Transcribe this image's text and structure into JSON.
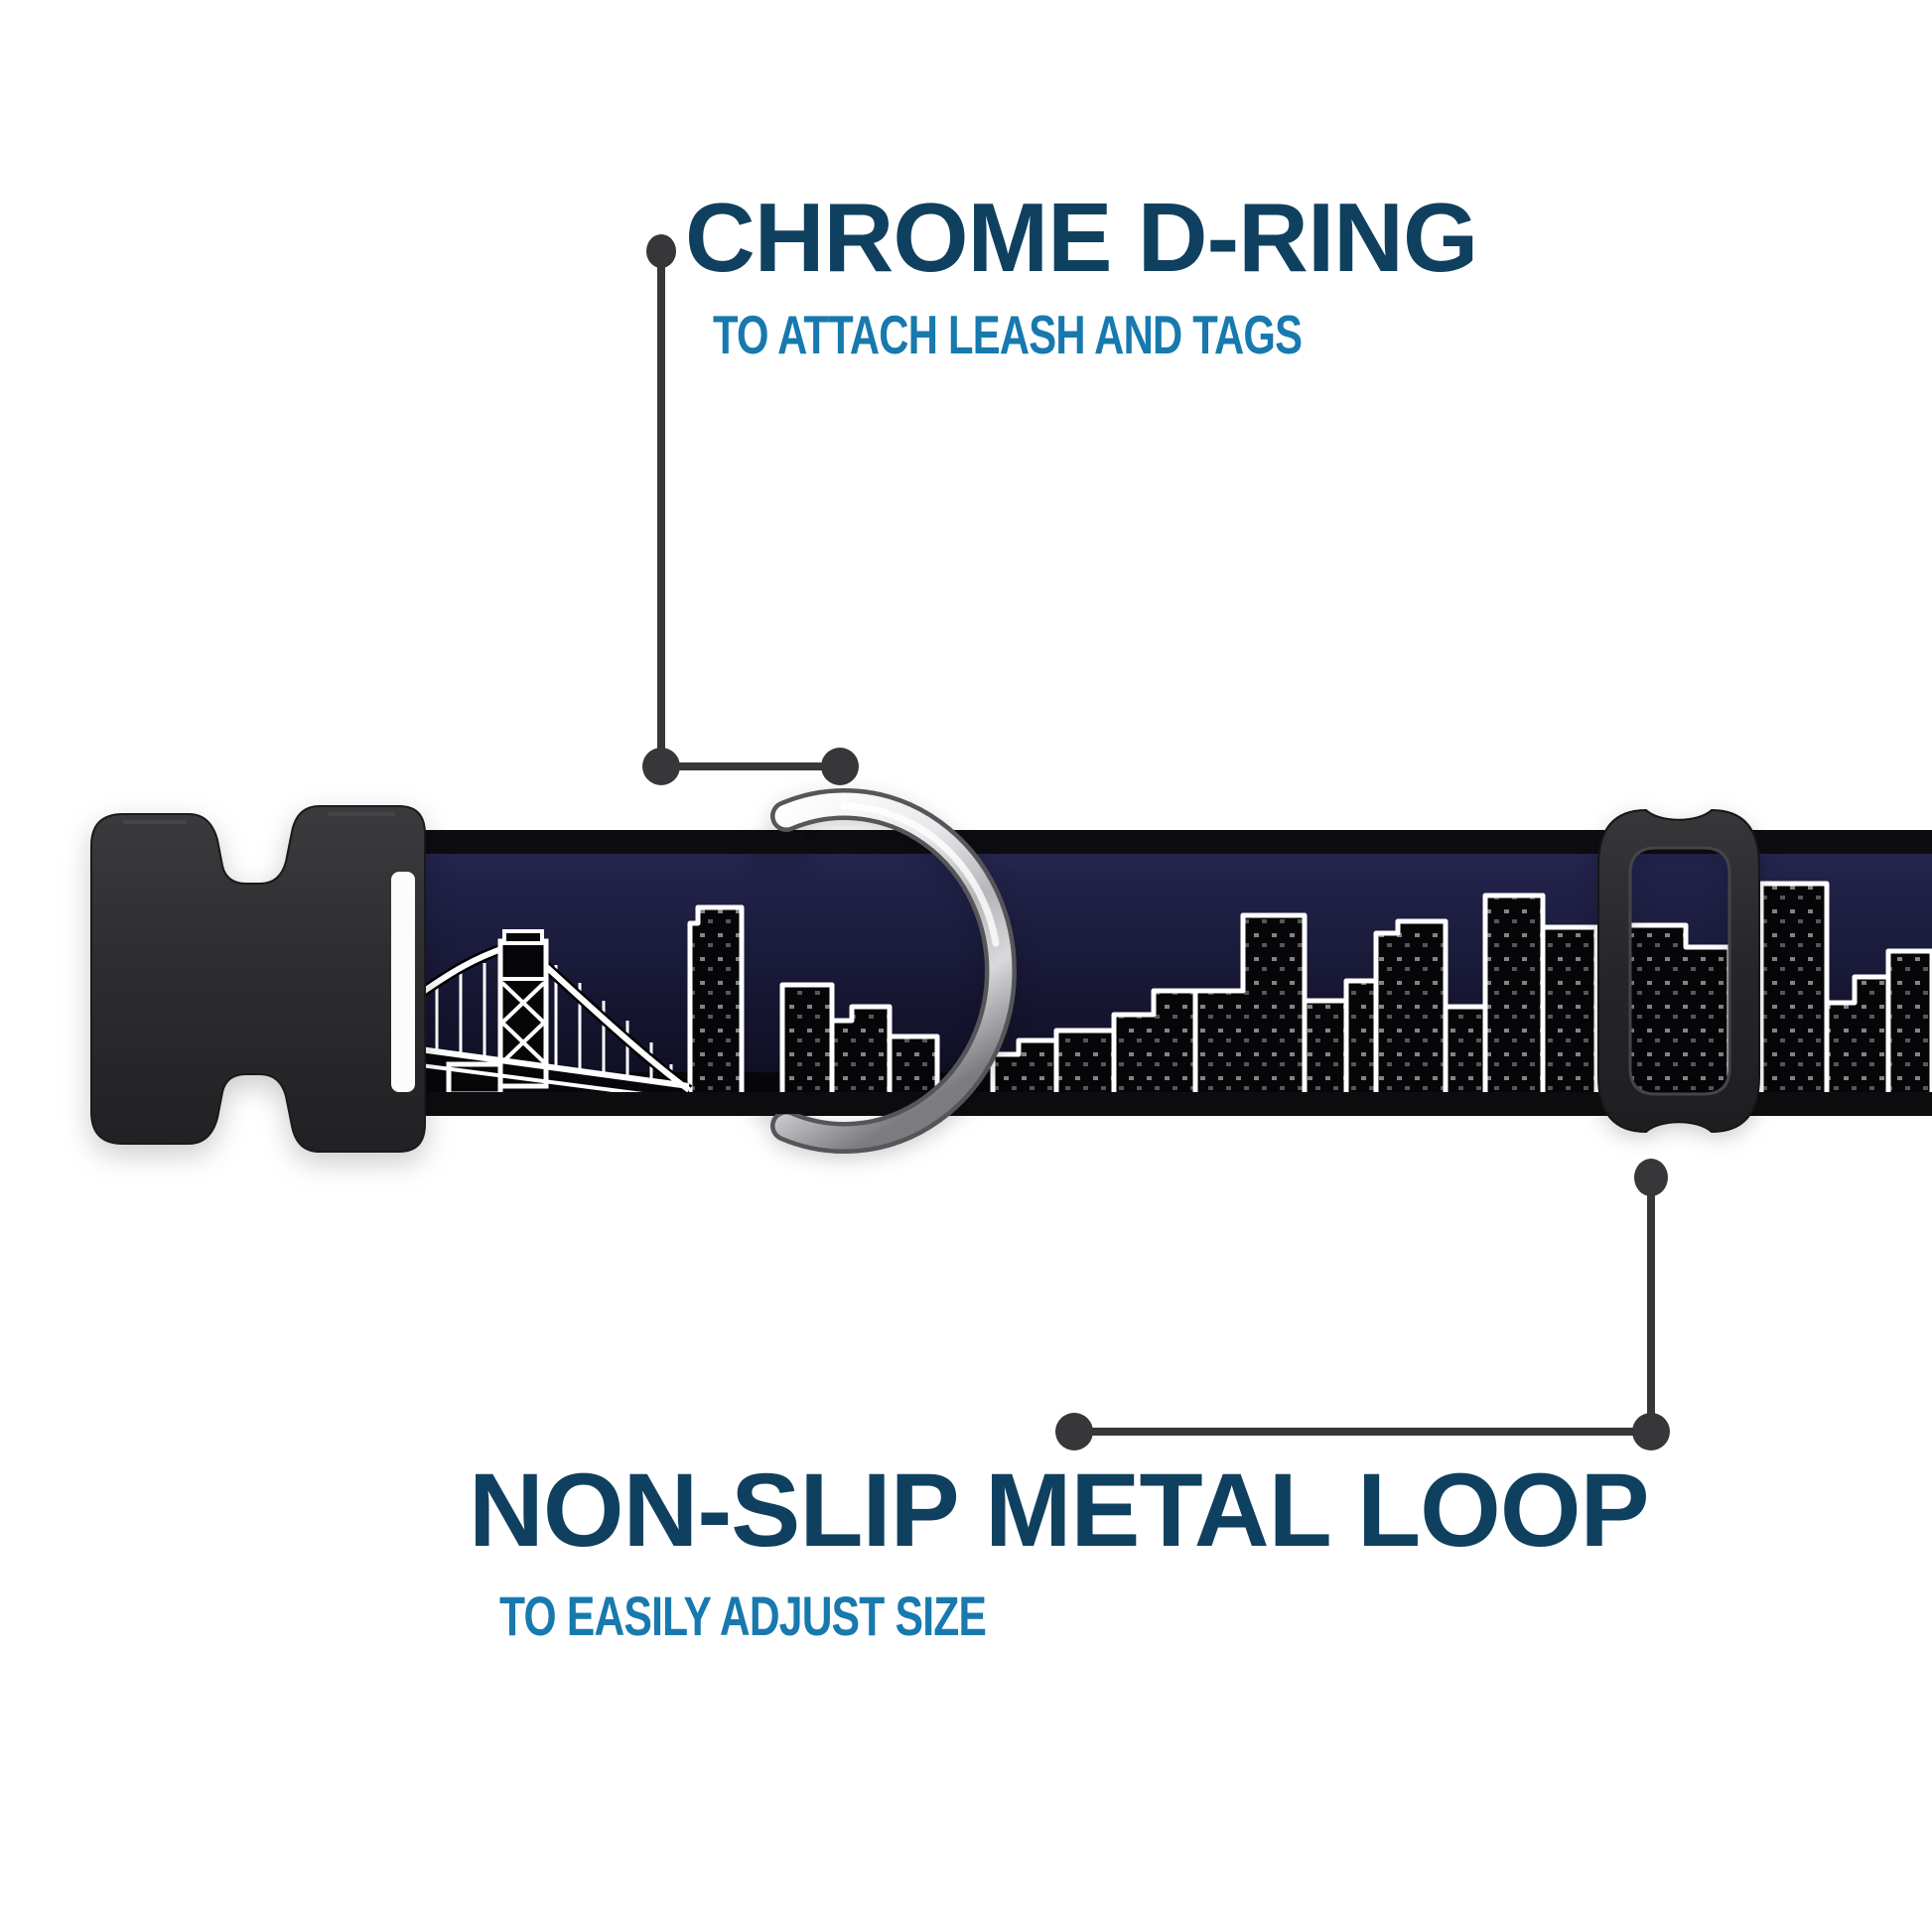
{
  "image": {
    "kind": "annotated-product-feature-graphic",
    "subject": "dog collar with city skyline night print",
    "background": "#ffffff"
  },
  "callouts": {
    "top": {
      "title": "CHROME D-RING",
      "subtitle": "TO ATTACH LEASH AND TAGS",
      "target_part": "chrome-d-ring"
    },
    "bottom": {
      "title": "NON-SLIP METAL LOOP",
      "subtitle": "TO EASILY ADJUST SIZE",
      "target_part": "metal-loop-slider"
    }
  },
  "product": {
    "parts": [
      "side-release-buckle",
      "skyline-print-strap",
      "chrome-d-ring",
      "metal-loop-slider"
    ],
    "print_theme": "city skyline with suspension bridge at night"
  },
  "colors": {
    "title_color": "#10405f",
    "subtitle_color": "#1779ae",
    "callout_line": "#37373a",
    "strap_sky_top": "#272752",
    "strap_sky_bottom": "#0b0b1c",
    "webbing_edge": "#0d0d10",
    "buckle_plastic": "#2c2c2e",
    "slider_plastic": "#2a2a2c",
    "chrome_light": "#f8f8f8",
    "chrome_dark": "#8e8e92",
    "skyline_outline": "#ffffff"
  }
}
